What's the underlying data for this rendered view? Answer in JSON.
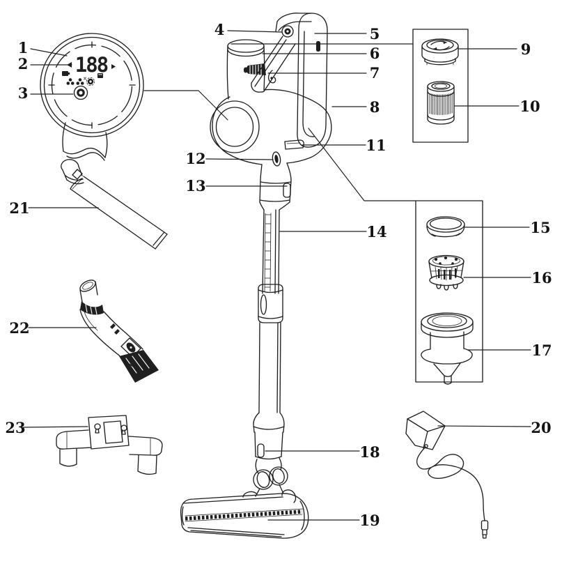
{
  "colors": {
    "ink": "#1f1f1f",
    "paper": "#ffffff"
  },
  "display": {
    "digits": "188",
    "icons": [
      "battery-icon",
      "dustbin-icon",
      "fan-low-icon",
      "fan-high-icon",
      "settings-gear-icon",
      "power-button-icon"
    ]
  },
  "callouts": [
    {
      "num": "1"
    },
    {
      "num": "2"
    },
    {
      "num": "3"
    },
    {
      "num": "4"
    },
    {
      "num": "5"
    },
    {
      "num": "6"
    },
    {
      "num": "7"
    },
    {
      "num": "8"
    },
    {
      "num": "9"
    },
    {
      "num": "10"
    },
    {
      "num": "11"
    },
    {
      "num": "12"
    },
    {
      "num": "13"
    },
    {
      "num": "14"
    },
    {
      "num": "15"
    },
    {
      "num": "16"
    },
    {
      "num": "17"
    },
    {
      "num": "18"
    },
    {
      "num": "19"
    },
    {
      "num": "20"
    },
    {
      "num": "21"
    },
    {
      "num": "22"
    },
    {
      "num": "23"
    }
  ]
}
